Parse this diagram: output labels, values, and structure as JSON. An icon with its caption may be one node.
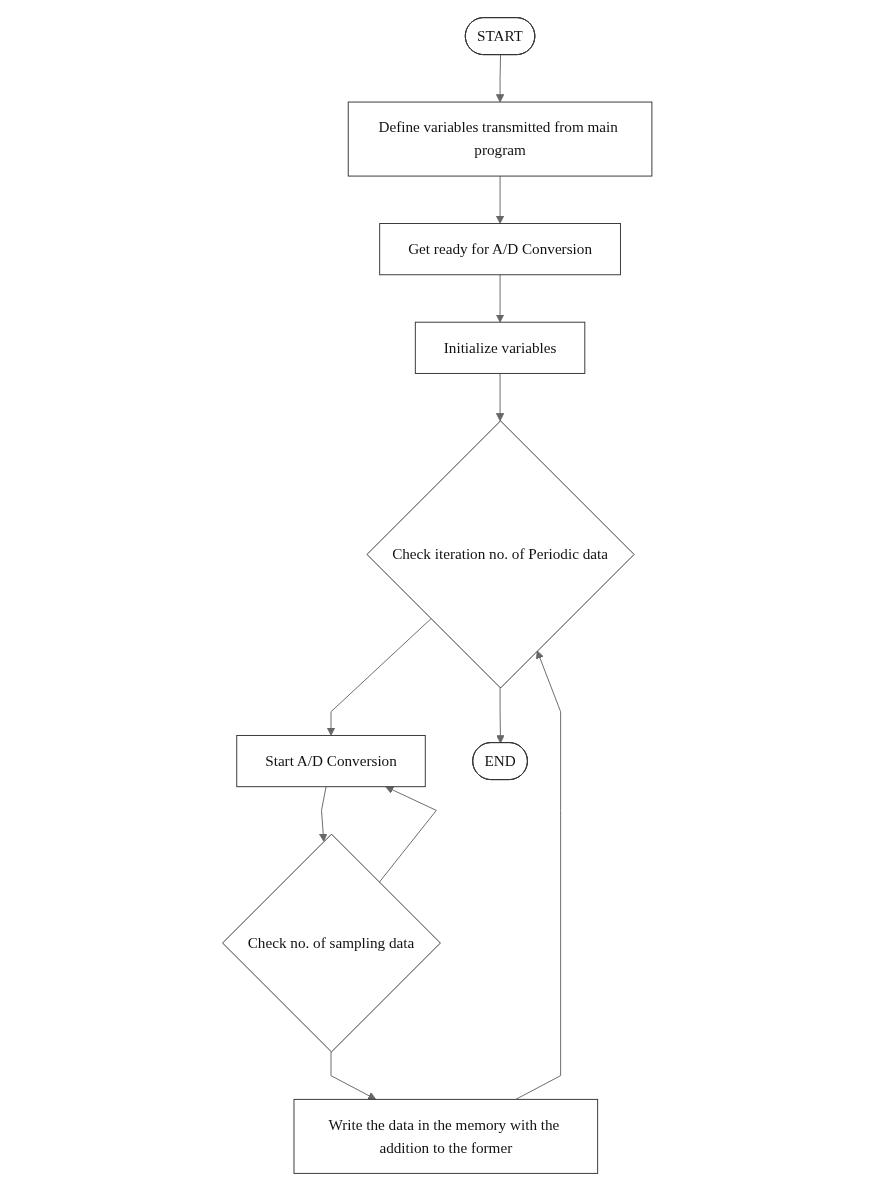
{
  "diagram": {
    "nodes": [
      {
        "text": [
          "START"
        ]
      },
      {
        "text": [
          "Define variables transmitted from main program"
        ]
      },
      {
        "text": [
          "Get ready for A/D Conversion"
        ]
      },
      {
        "text": [
          "Initialize variables"
        ]
      },
      {
        "text": [
          "Check iteration no. of Periodic data"
        ]
      },
      {
        "text": [
          "Start A/D Conversion"
        ]
      },
      {
        "text": [
          "Check no. of sampling data"
        ]
      },
      {
        "text": [
          "Write the data in the memory with the addition to the former"
        ]
      },
      {
        "text": [
          "END"
        ]
      }
    ],
    "edges": [
      {
        "from": 0,
        "to": 1,
        "arrow": "to"
      },
      {
        "from": 1,
        "to": 2,
        "arrow": "to"
      },
      {
        "from": 2,
        "to": 3,
        "arrow": "to"
      },
      {
        "from": 3,
        "to": 4,
        "arrow": "to"
      },
      {
        "from": 4,
        "to": 5,
        "arrow": "to"
      },
      {
        "from": 5,
        "to": 6,
        "arrow": "to"
      },
      {
        "from": 6,
        "to": 5,
        "arrow": "to"
      },
      {
        "from": 6,
        "to": 7,
        "arrow": "to"
      },
      {
        "from": 7,
        "to": 4,
        "arrow": "to"
      },
      {
        "from": 4,
        "to": 8,
        "arrow": "to"
      }
    ]
  }
}
